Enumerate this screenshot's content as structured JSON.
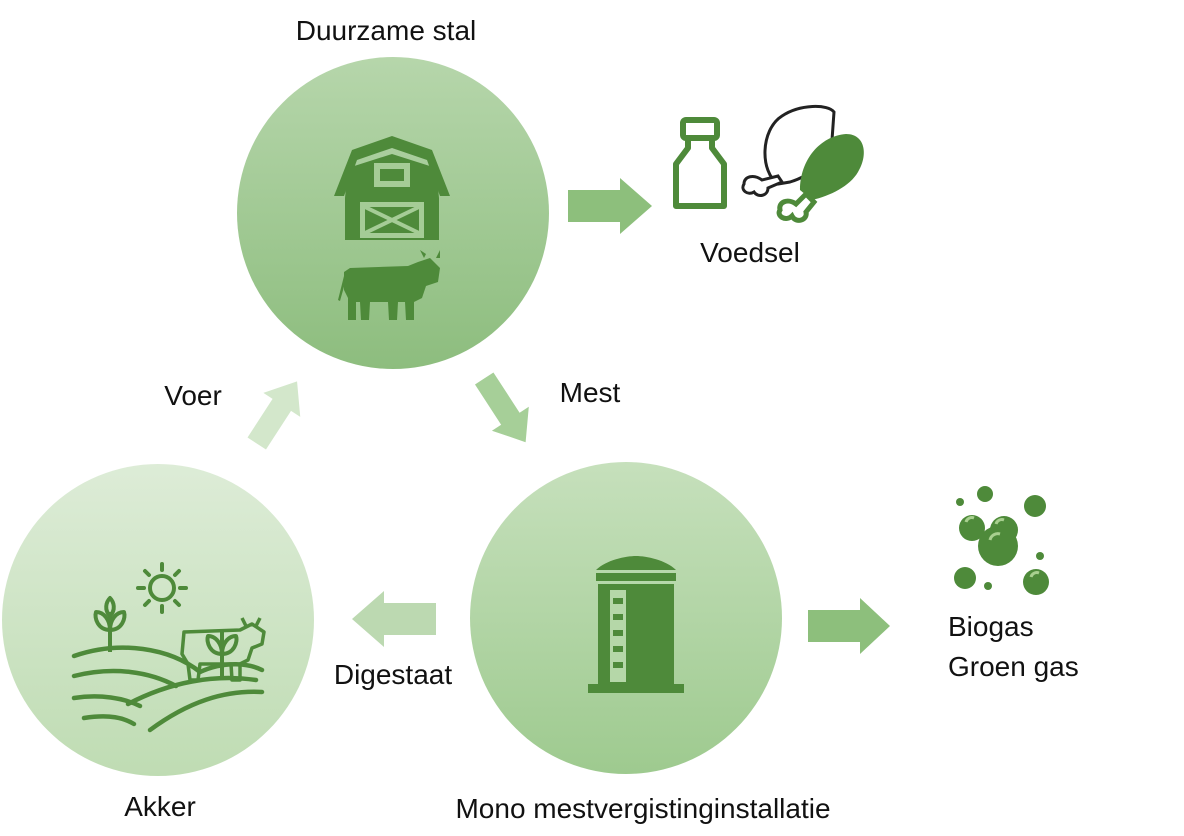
{
  "labels": {
    "stable": "Duurzame stal",
    "food": "Voedsel",
    "feed": "Voer",
    "manure": "Mest",
    "digestate": "Digestaat",
    "field": "Akker",
    "installation": "Mono mestvergistinginstallatie",
    "biogas_line1": "Biogas",
    "biogas_line2": "Groen gas"
  },
  "icons": {
    "stable": [
      "barn-icon",
      "cow-icon"
    ],
    "food": [
      "milk-bottle-icon",
      "chicken-leg-icon"
    ],
    "installation": [
      "silo-icon"
    ],
    "field": [
      "sun-icon",
      "sprout-icon",
      "fields-icon",
      "cow-outline-icon"
    ],
    "biogas": [
      "bubbles-icon"
    ]
  },
  "colors": {
    "icon_dark": "#4E8A3A",
    "circle_stable": "#9CC58E",
    "circle_installation": "#A9D09A",
    "circle_field": "#CFE4C7",
    "arrow_medium": "#8DBF7C",
    "arrow_light": "#BCD9B1",
    "arrow_faint": "#D3E7CB"
  }
}
